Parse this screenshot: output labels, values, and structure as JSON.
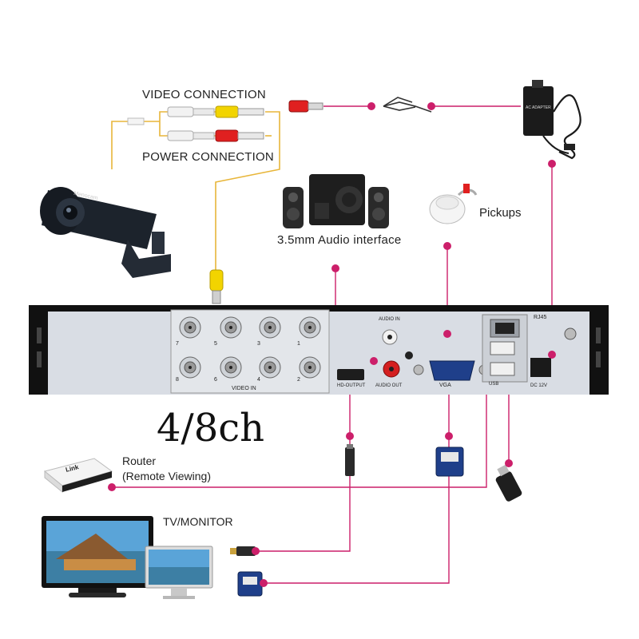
{
  "labels": {
    "video_connection": "VIDEO CONNECTION",
    "power_connection": "POWER CONNECTION",
    "audio_interface": "3.5mm Audio interface",
    "pickups": "Pickups",
    "channel_count": "4/8ch",
    "router_line1": "Router",
    "router_line2": "(Remote Viewing)",
    "tv_monitor": "TV/MONITOR",
    "camera_brand": "Menocam",
    "router_brand": "Link",
    "adapter_text": "AC ADAPTER"
  },
  "panel": {
    "channel_numbers_top": [
      "7",
      "5",
      "3",
      "1"
    ],
    "channel_numbers_bottom": [
      "8",
      "6",
      "4",
      "2"
    ],
    "video_in": "VIDEO IN",
    "hd_output": "HD-OUTPUT",
    "audio_in": "AUDIO IN",
    "audio_out": "AUDIO OUT",
    "vga": "VGA",
    "rj45": "RJ45",
    "usb": "USB",
    "dc12v": "DC 12V"
  },
  "colors": {
    "connector_line": "#cc1f6a",
    "cable_yellow": "#e8b63a",
    "panel_frame": "#111111",
    "panel_face": "#d9dde4",
    "rca_yellow": "#f2d400",
    "rca_red": "#e02020"
  }
}
